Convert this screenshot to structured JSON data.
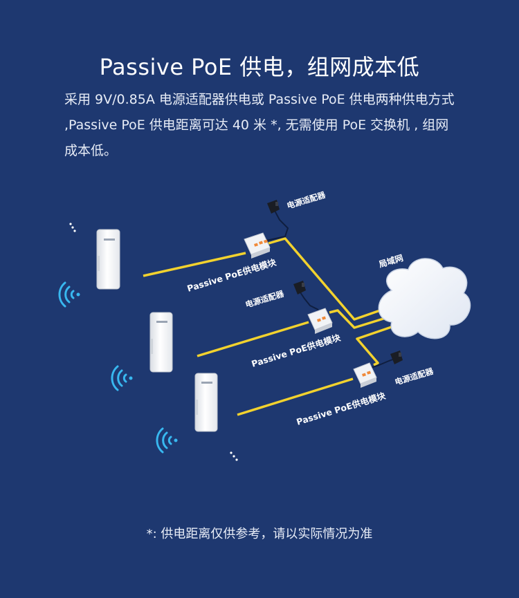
{
  "title": "Passive PoE 供电，组网成本低",
  "description": "采用 9V/0.85A 电源适配器供电或 Passive PoE 供电两种供电方式 ,Passive PoE 供电距离可达 40 米 *, 无需使用 PoE 交换机 , 组网成本低。",
  "diagram": {
    "adapter_label_1": "电源适配器",
    "adapter_label_2": "电源适配器",
    "adapter_label_3": "电源适配器",
    "poe_module_label_1": "Passive PoE供电模块",
    "poe_module_label_2": "Passive PoE供电模块",
    "poe_module_label_3": "Passive PoE供电模块",
    "cloud_label": "局域网"
  },
  "footnote": "*:  供电距离仅供参考，请以实际情况为准",
  "colors": {
    "background": "#1e3870",
    "cable": "#f2d22e",
    "device": "#f3f4f6",
    "signal": "#38b8f0",
    "port_lights": "#f08a3a"
  },
  "icons": [
    "access-point-device",
    "wifi-signal-icon",
    "poe-injector",
    "power-adapter-icon",
    "lan-cloud-icon"
  ]
}
